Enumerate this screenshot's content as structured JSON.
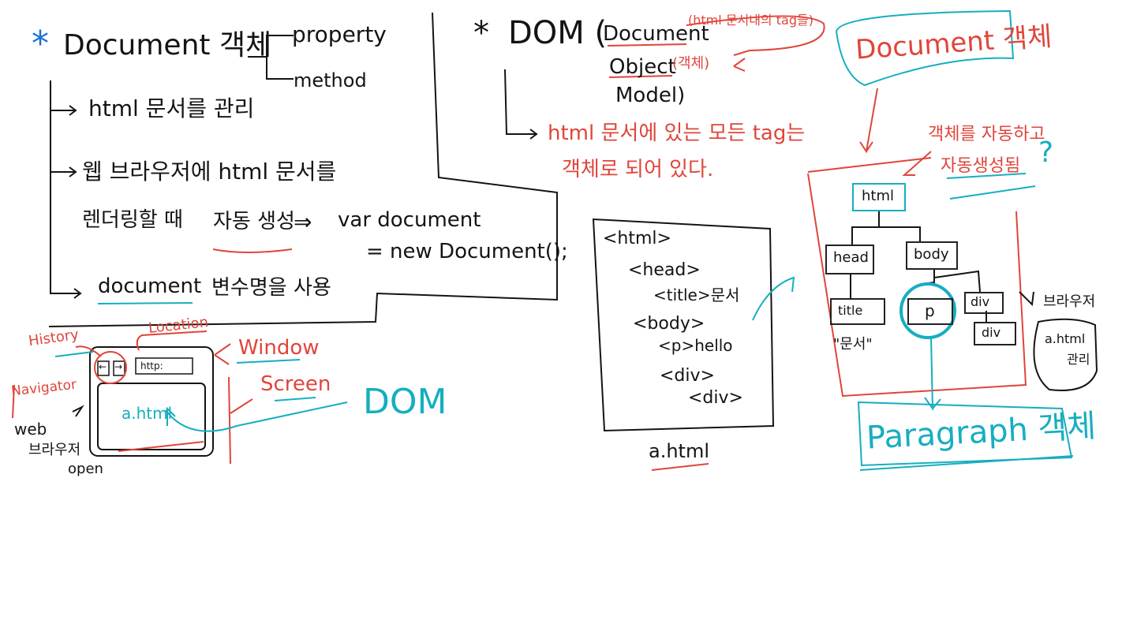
{
  "left_note": {
    "star": "*",
    "title": "Document 객체",
    "branch_property": "property",
    "branch_method": "method",
    "item1": "html 문서를 관리",
    "item2_line1": "웹 브라우저에 html 문서를",
    "item2_line2_a": "렌더링할 때",
    "item2_line2_b": "자동 생성",
    "arrow": "⇒",
    "code_line1": "var document",
    "code_line2": "= new Document();",
    "item3_a": "document",
    "item3_b": "변수명을 사용"
  },
  "browser_sketch": {
    "history": "History",
    "location": "Location",
    "window": "Window",
    "navigator": "Navigator",
    "screen": "Screen",
    "dom": "DOM",
    "web_open_1": "web",
    "web_open_2": "브라우저",
    "web_open_3": "open",
    "url_text": "http:",
    "file_label": "a.html",
    "back_btn": "←",
    "fwd_btn": "→"
  },
  "dom_note": {
    "star": "*",
    "title_a": "DOM (",
    "document_word": "Document",
    "note_tags": "(html 문서내의 tag들)",
    "object_word": "Object",
    "note_object": "(객체)",
    "model_word": "Model)",
    "desc_line1": "html 문서에 있는 모든 tag는",
    "desc_line2": "객체로 되어 있다."
  },
  "html_code": {
    "lines": [
      "<html>",
      "<head>",
      "<title>문서",
      "<body>",
      "<p>hello",
      "<div>",
      "<div>"
    ],
    "filename": "a.html"
  },
  "dom_tree": {
    "doc_obj": "Document 객체",
    "note_line1": "객체를 자동하고",
    "note_line2": "자동생성됨",
    "question": "?",
    "nodes": {
      "html": "html",
      "head": "head",
      "body": "body",
      "title": "title",
      "title_text": "\"문서\"",
      "p": "p",
      "div1": "div",
      "div2": "div"
    },
    "browser_label": "브라우저",
    "browser_html": "a.html",
    "browser_manage": "관리",
    "paragraph": "Paragraph 객체"
  },
  "colors": {
    "ink": "#141414",
    "red": "#e0453a",
    "cyan": "#17aebf"
  }
}
